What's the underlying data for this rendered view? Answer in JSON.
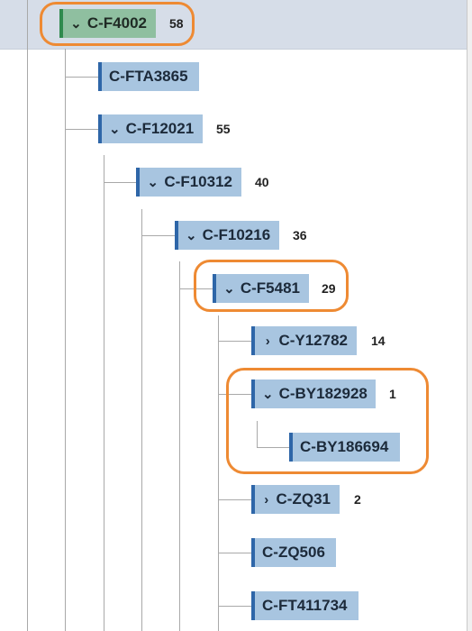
{
  "tree": {
    "nodes": [
      {
        "id": "C-F4002",
        "label": "C-F4002",
        "count": "58",
        "chevron": "⌄"
      },
      {
        "id": "C-FTA3865",
        "label": "C-FTA3865",
        "count": "",
        "chevron": ""
      },
      {
        "id": "C-F12021",
        "label": "C-F12021",
        "count": "55",
        "chevron": "⌄"
      },
      {
        "id": "C-F10312",
        "label": "C-F10312",
        "count": "40",
        "chevron": "⌄"
      },
      {
        "id": "C-F10216",
        "label": "C-F10216",
        "count": "36",
        "chevron": "⌄"
      },
      {
        "id": "C-F5481",
        "label": "C-F5481",
        "count": "29",
        "chevron": "⌄"
      },
      {
        "id": "C-Y12782",
        "label": "C-Y12782",
        "count": "14",
        "chevron": "›"
      },
      {
        "id": "C-BY182928",
        "label": "C-BY182928",
        "count": "1",
        "chevron": "⌄"
      },
      {
        "id": "C-BY186694",
        "label": "C-BY186694",
        "count": "",
        "chevron": ""
      },
      {
        "id": "C-ZQ31",
        "label": "C-ZQ31",
        "count": "2",
        "chevron": "›"
      },
      {
        "id": "C-ZQ506",
        "label": "C-ZQ506",
        "count": "",
        "chevron": ""
      },
      {
        "id": "C-FT411734",
        "label": "C-FT411734",
        "count": "",
        "chevron": ""
      }
    ]
  },
  "colors": {
    "root_fill": "#8fbfa0",
    "root_accent": "#2f8a4e",
    "node_fill": "#a8c5e0",
    "node_accent": "#2e66a8",
    "highlight": "#ee8a33"
  },
  "icons": {
    "expanded": "chevron-down-icon",
    "collapsed": "chevron-right-icon"
  }
}
